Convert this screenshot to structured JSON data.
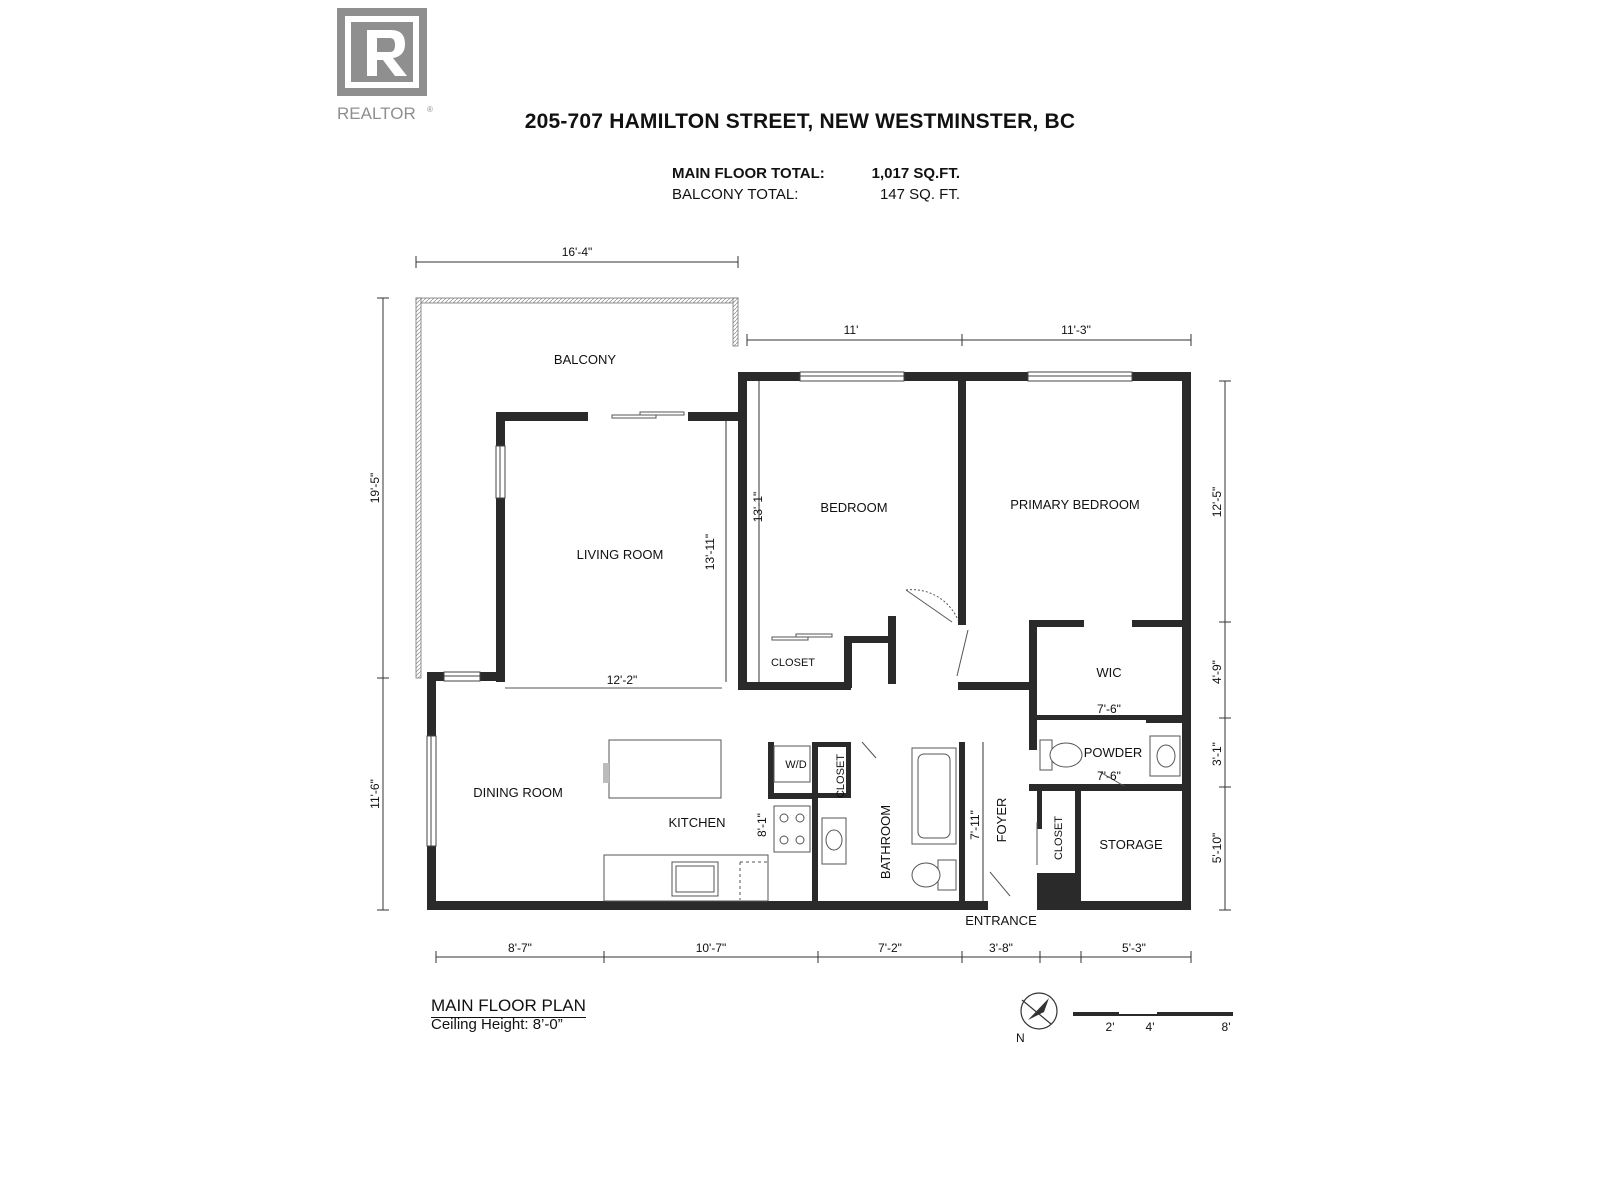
{
  "logo": {
    "wordmark": "REALTOR",
    "mark": "R",
    "reg": "®"
  },
  "title": "205-707 HAMILTON STREET, NEW WESTMINSTER, BC",
  "totals": {
    "main_label": "MAIN FLOOR TOTAL:",
    "main_value": "1,017 SQ.FT.",
    "balcony_label": "BALCONY TOTAL:",
    "balcony_value": "147 SQ. FT."
  },
  "rooms": {
    "balcony": "BALCONY",
    "living": "LIVING ROOM",
    "bedroom": "BEDROOM",
    "primary": "PRIMARY BEDROOM",
    "closet_bed": "CLOSET",
    "wic": "WIC",
    "dining": "DINING ROOM",
    "kitchen": "KITCHEN",
    "wd": "W/D",
    "closet_bath": "CLOSET",
    "bathroom": "BATHROOM",
    "foyer": "FOYER",
    "closet_foyer": "CLOSET",
    "powder": "POWDER",
    "storage": "STORAGE",
    "entrance": "ENTRANCE"
  },
  "dims": {
    "balcony_w": "16'-4\"",
    "bed_w": "11'",
    "primary_w": "11'-3\"",
    "left_upper": "19'-5\"",
    "left_lower": "11'-6\"",
    "living_h": "13'-11\"",
    "bed_h": "13'-1\"",
    "living_w": "12'-2\"",
    "right_primary": "12'-5\"",
    "right_wic": "4'-9\"",
    "right_powder": "3'-1\"",
    "right_storage": "5'-10\"",
    "wic_w": "7'-6\"",
    "powder_w": "7'-6\"",
    "kitchen_h": "8'-1\"",
    "foyer_h": "7'-11\"",
    "bottom_1": "8'-7\"",
    "bottom_2": "10'-7\"",
    "bottom_3": "7'-2\"",
    "bottom_4": "3'-8\"",
    "bottom_5": "5'-3\""
  },
  "caption": {
    "plan": "MAIN FLOOR PLAN",
    "ceiling": "Ceiling Height: 8’-0”"
  },
  "compass": {
    "n": "N"
  },
  "scale": {
    "t2": "2'",
    "t4": "4'",
    "t8": "8'"
  },
  "colors": {
    "wall": "#2a2a2a",
    "logo_gray": "#8f8f8f"
  }
}
